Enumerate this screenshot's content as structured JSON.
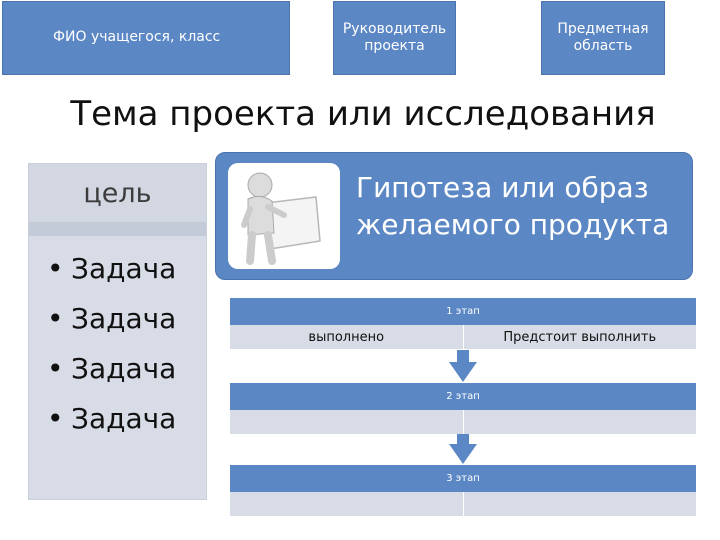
{
  "header": {
    "fio": "ФИО учащегося, класс",
    "lead": "Руководитель проекта",
    "subject": "Предметная область"
  },
  "title": "Тема проекта или исследования",
  "goal": {
    "label": "цель",
    "tasks": [
      "Задача",
      "Задача",
      "Задача",
      "Задача"
    ]
  },
  "hypothesis": "Гипотеза или образ желаемого продукта",
  "stages": [
    {
      "label": "1 этап",
      "left": "выполнено",
      "right": "Предстоит выполнить"
    },
    {
      "label": "2 этап",
      "left": "",
      "right": ""
    },
    {
      "label": "3 этап",
      "left": "",
      "right": ""
    }
  ],
  "colors": {
    "accent": "#5b87c4",
    "light": "#d7dce6"
  },
  "icons": {
    "hypothesis": "person-holding-blank-board"
  }
}
